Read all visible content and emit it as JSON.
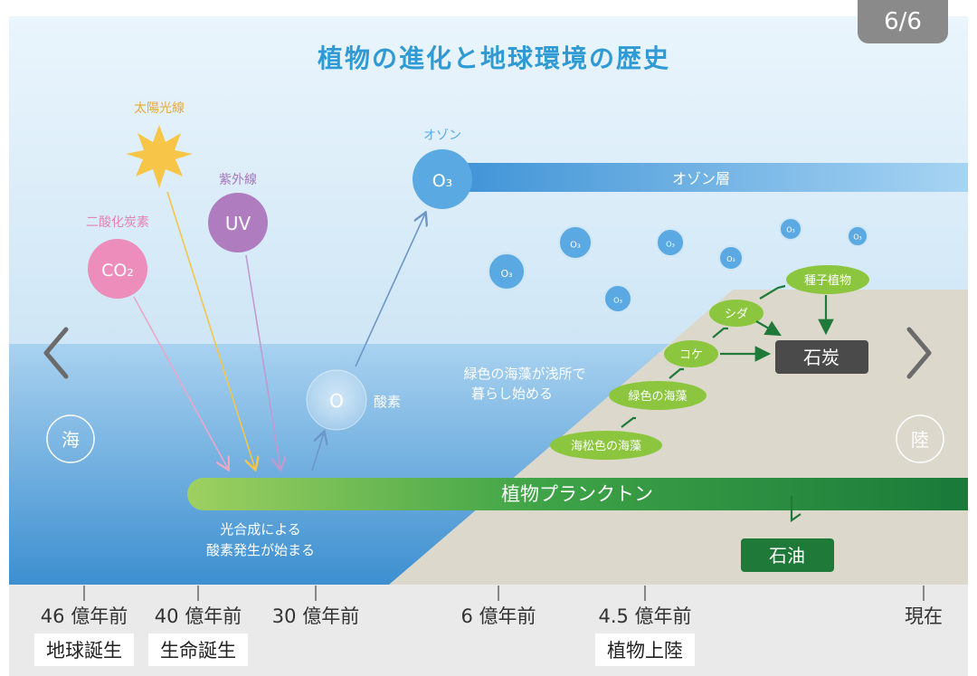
{
  "viewer": {
    "page_counter": "6/6",
    "prev_icon": "chevron-left-icon",
    "next_icon": "chevron-right-icon"
  },
  "diagram": {
    "title": "植物の進化と地球環境の歴史",
    "sunlight_label": "太陽光線",
    "uv_caption": "紫外線",
    "uv_circle": "UV",
    "co2_caption": "二酸化炭素",
    "co2_circle": "CO₂",
    "ozone_caption": "オゾン",
    "ozone_circle": "O₃",
    "ozone_layer_label": "オゾン層",
    "small_ozone": "O₃",
    "oxygen_circle": "O",
    "oxygen_label": "酸素",
    "sea_label": "海",
    "land_label": "陸",
    "seaweed_note_line1": "緑色の海藻が浅所で",
    "seaweed_note_line2": "暮らし始める",
    "plankton_label": "植物プランクトン",
    "photosynthesis_line1": "光合成による",
    "photosynthesis_line2": "酸素発生が始まる",
    "evolution": {
      "stage1": "海松色の海藻",
      "stage2": "緑色の海藻",
      "stage3": "コケ",
      "stage4": "シダ",
      "stage5": "種子植物"
    },
    "coal_label": "石炭",
    "oil_label": "石油",
    "colors": {
      "sky": "#dcedf9",
      "sea": "#5fa7dc",
      "land": "#dcd8cc",
      "ozone": "#5aa9e2",
      "plant_green": "#8cc63f",
      "dark_green": "#1f7a3a",
      "uv_purple": "#b07cc0",
      "co2_pink": "#ec8dbb",
      "sun_yellow": "#f7c648"
    }
  },
  "timeline": {
    "ticks": [
      {
        "label": "46 億年前",
        "event": "地球誕生"
      },
      {
        "label": "40 億年前",
        "event": "生命誕生"
      },
      {
        "label": "30 億年前",
        "event": ""
      },
      {
        "label": "6 億年前",
        "event": ""
      },
      {
        "label": "4.5 億年前",
        "event": "植物上陸"
      },
      {
        "label": "現在",
        "event": ""
      }
    ]
  }
}
